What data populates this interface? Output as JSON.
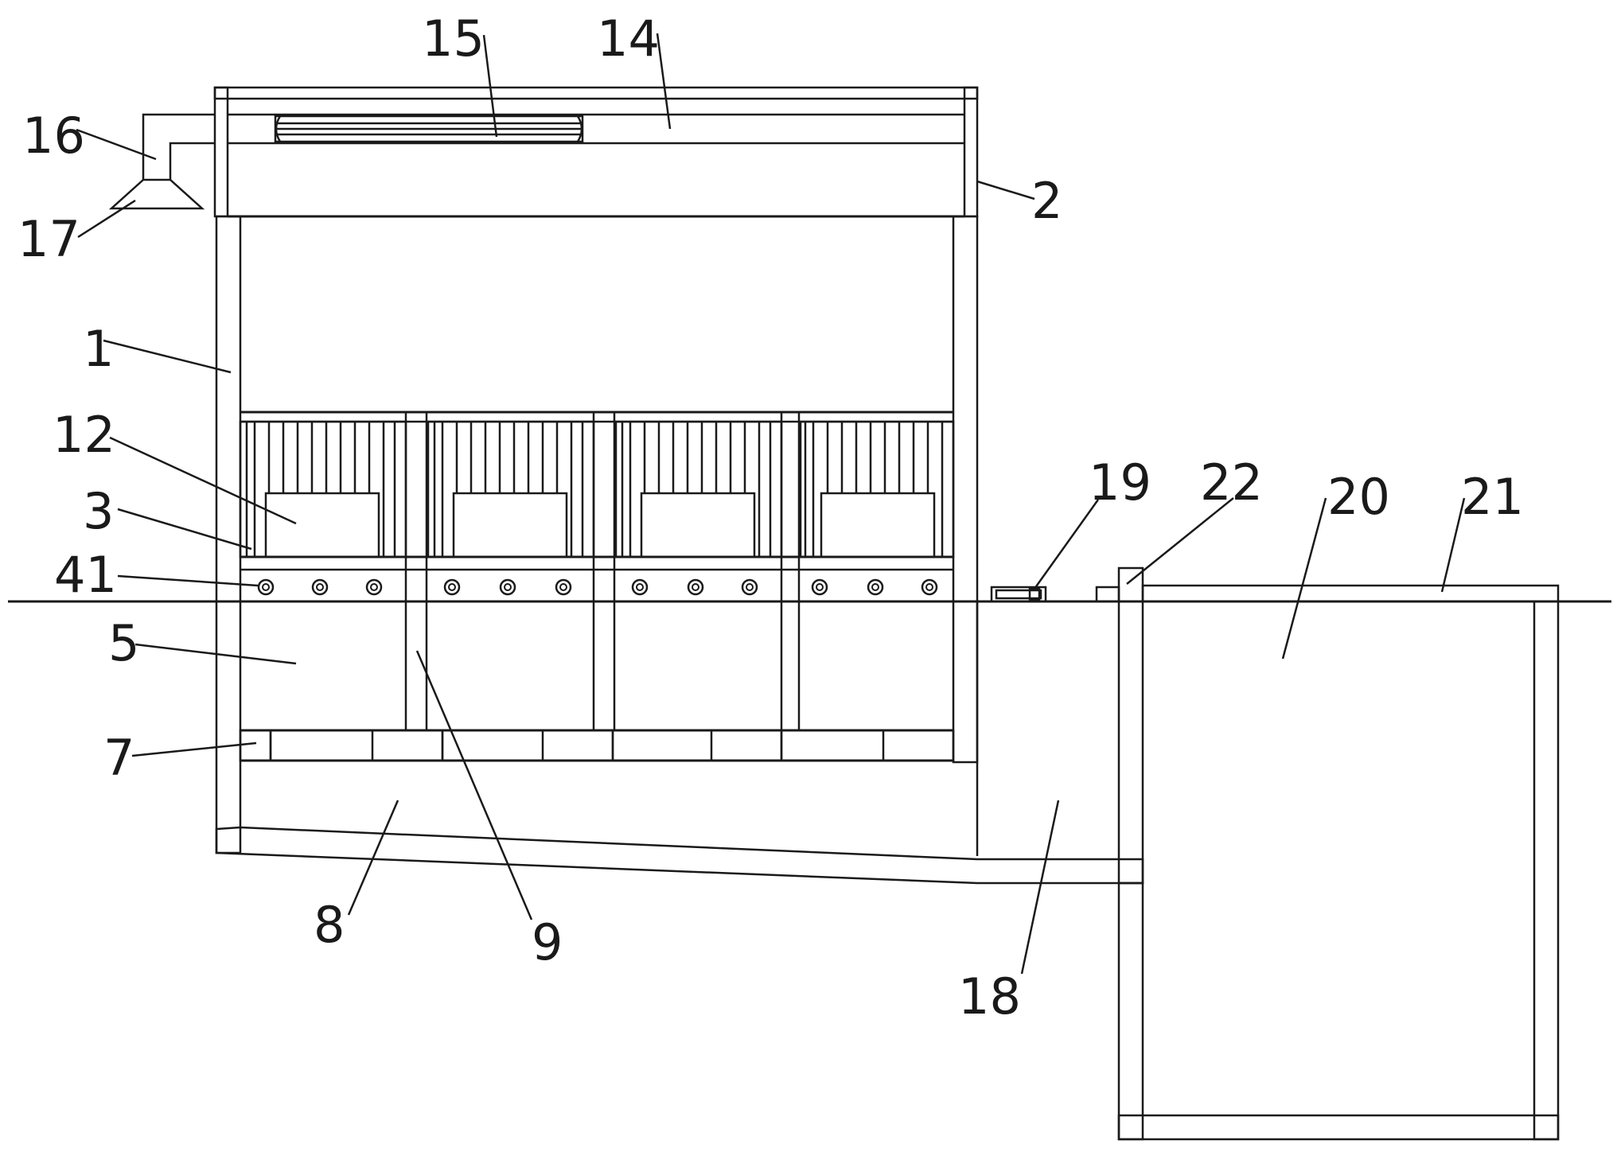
{
  "labels": {
    "l1": "1",
    "l2": "2",
    "l3": "3",
    "l5": "5",
    "l7": "7",
    "l8": "8",
    "l9": "9",
    "l12": "12",
    "l14": "14",
    "l15": "15",
    "l16": "16",
    "l17": "17",
    "l18": "18",
    "l19": "19",
    "l20": "20",
    "l21": "21",
    "l22": "22",
    "l41": "41"
  },
  "colors": {
    "line": "#1a1a1a",
    "background": "#ffffff"
  }
}
